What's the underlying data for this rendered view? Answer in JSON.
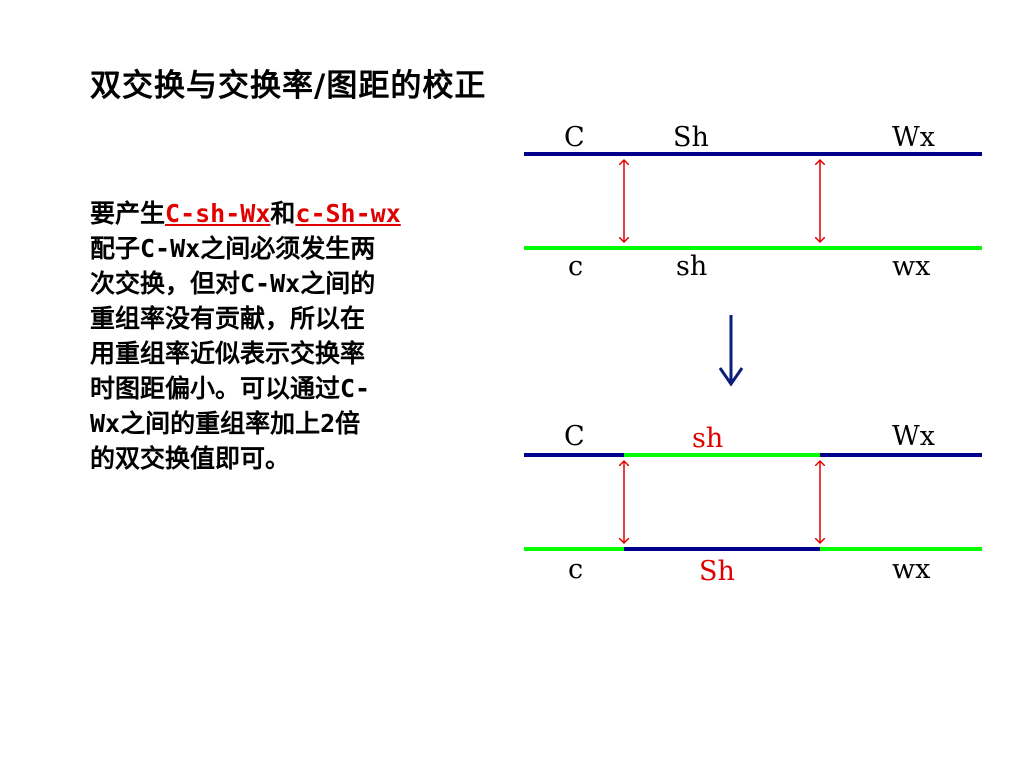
{
  "title": "双交换与交换率/图距的校正",
  "paragraph": {
    "l1_a": "要产生",
    "l1_b": "C-sh-Wx",
    "l1_c": "和",
    "l1_d": "c-Sh-wx",
    "l2": "配子C-Wx之间必须发生两",
    "l3": "次交换，但对C-Wx之间的",
    "l4": "重组率没有贡献，所以在",
    "l5": "用重组率近似表示交换率",
    "l6": "时图距偏小。可以通过C-",
    "l7": "Wx之间的重组率加上2倍",
    "l8": "的双交换值即可。"
  },
  "diagram": {
    "before_top": {
      "c": "C",
      "m": "Sh",
      "w": "Wx"
    },
    "before_bottom": {
      "c": "c",
      "m": "sh",
      "w": "wx"
    },
    "after_top": {
      "c": "C",
      "m": "sh",
      "w": "Wx"
    },
    "after_bottom": {
      "c": "c",
      "m": "Sh",
      "w": "wx"
    },
    "colors": {
      "blue": "#00008b",
      "green": "#00ff00",
      "red": "#e00000",
      "arrow": "#0a1f7a"
    }
  }
}
